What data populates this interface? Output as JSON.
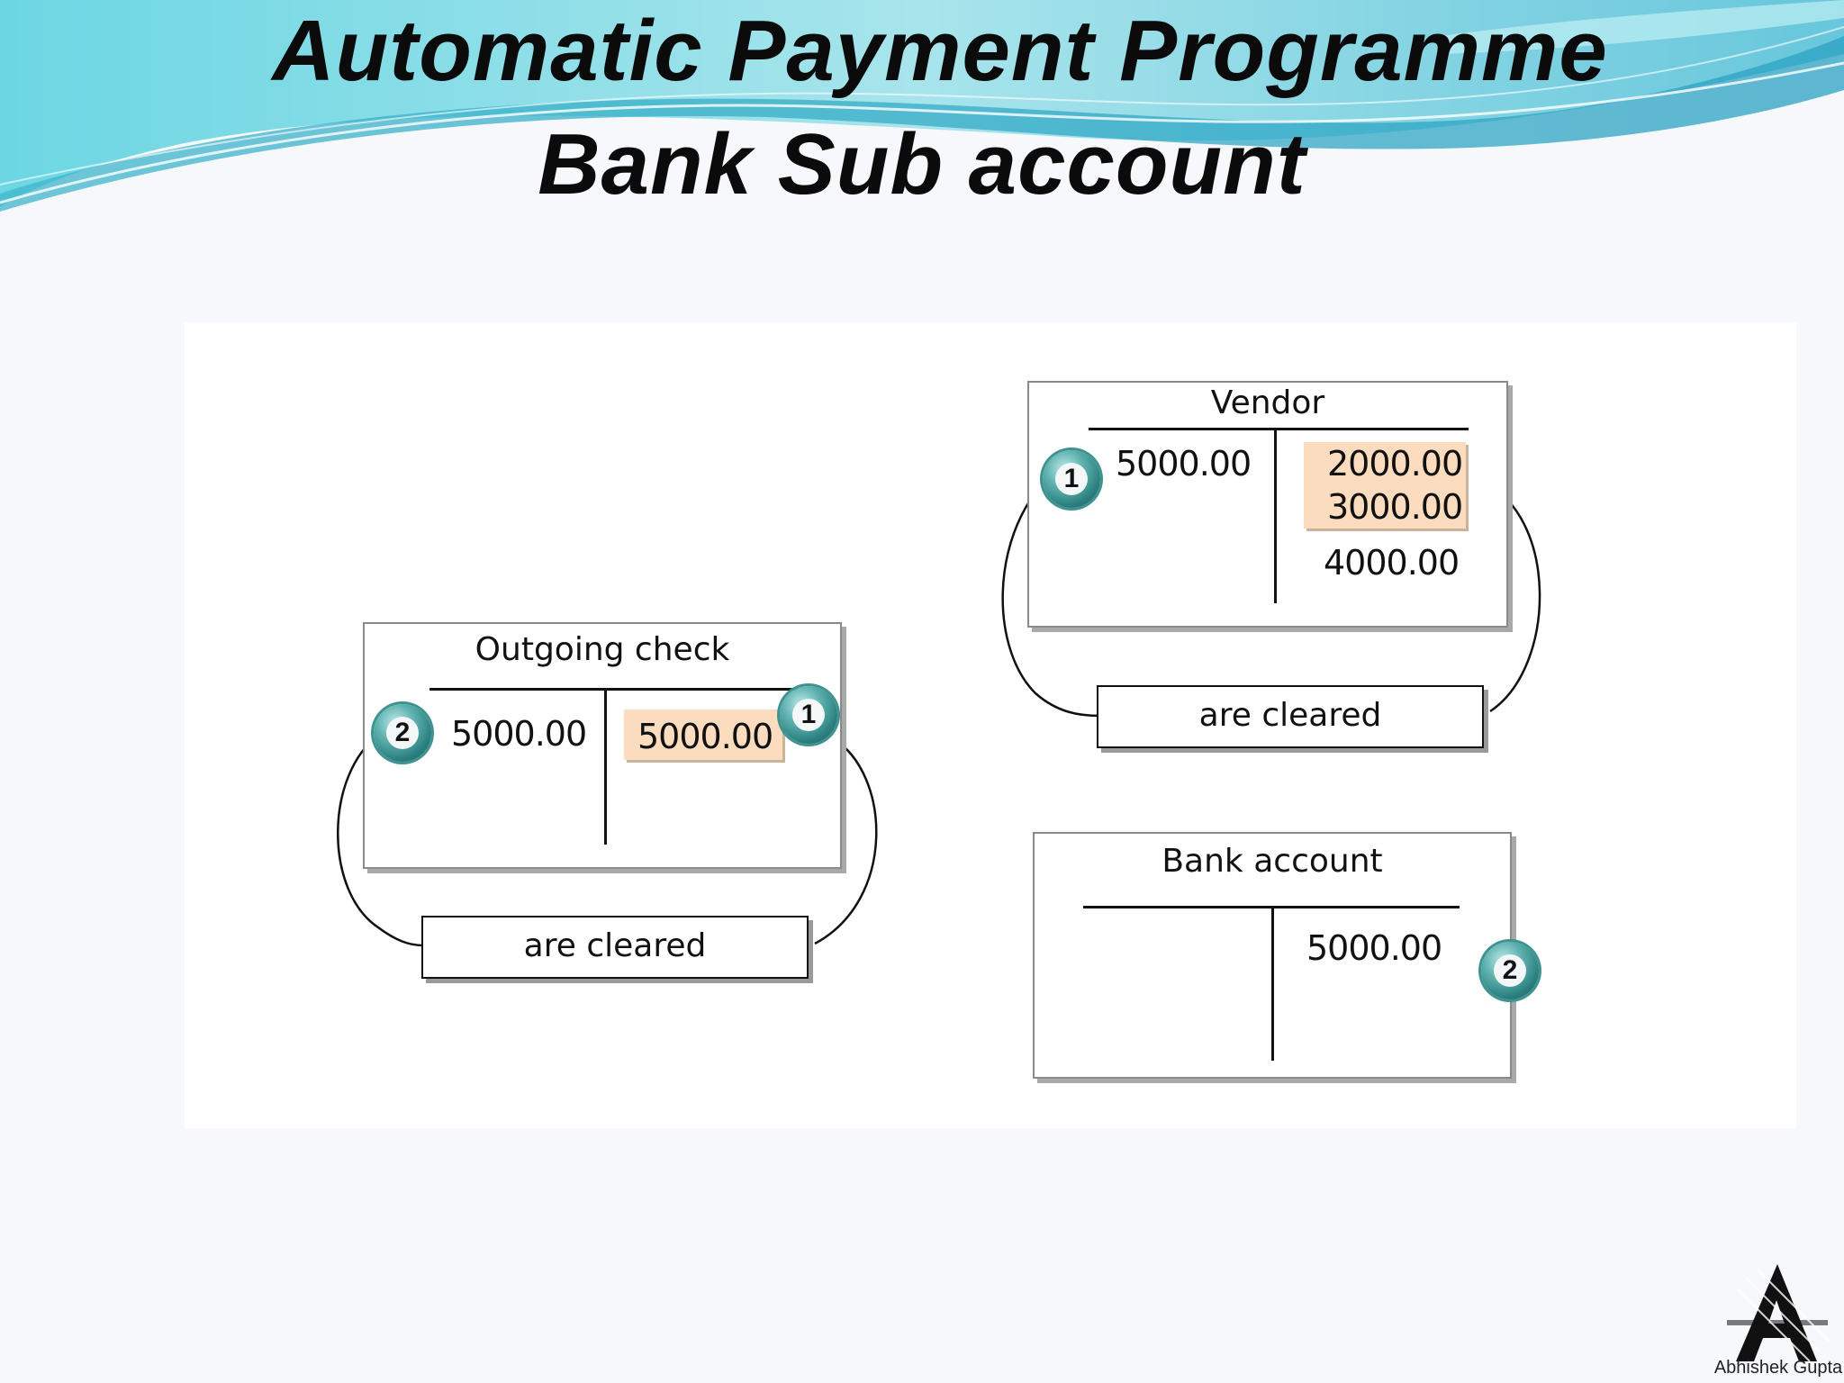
{
  "slide": {
    "title_line1": "Automatic Payment Programme",
    "title_line2": "Bank Sub account"
  },
  "accounts": {
    "vendor": {
      "title": "Vendor",
      "debit": [
        "5000.00"
      ],
      "credit_highlighted": [
        "2000.00",
        "3000.00"
      ],
      "credit_open": [
        "4000.00"
      ],
      "cleared_label": "are cleared"
    },
    "outgoing_check": {
      "title": "Outgoing check",
      "debit": [
        "5000.00"
      ],
      "credit_highlighted": [
        "5000.00"
      ],
      "cleared_label": "are cleared"
    },
    "bank_account": {
      "title": "Bank account",
      "credit": [
        "5000.00"
      ]
    }
  },
  "steps": {
    "one": "1",
    "two": "2"
  },
  "colors": {
    "highlight": "#fbdcbe",
    "badge": "#2a7f7e",
    "header_wave": "#5fc8d8"
  },
  "logo": {
    "caption": "Abhishek Gupta"
  }
}
